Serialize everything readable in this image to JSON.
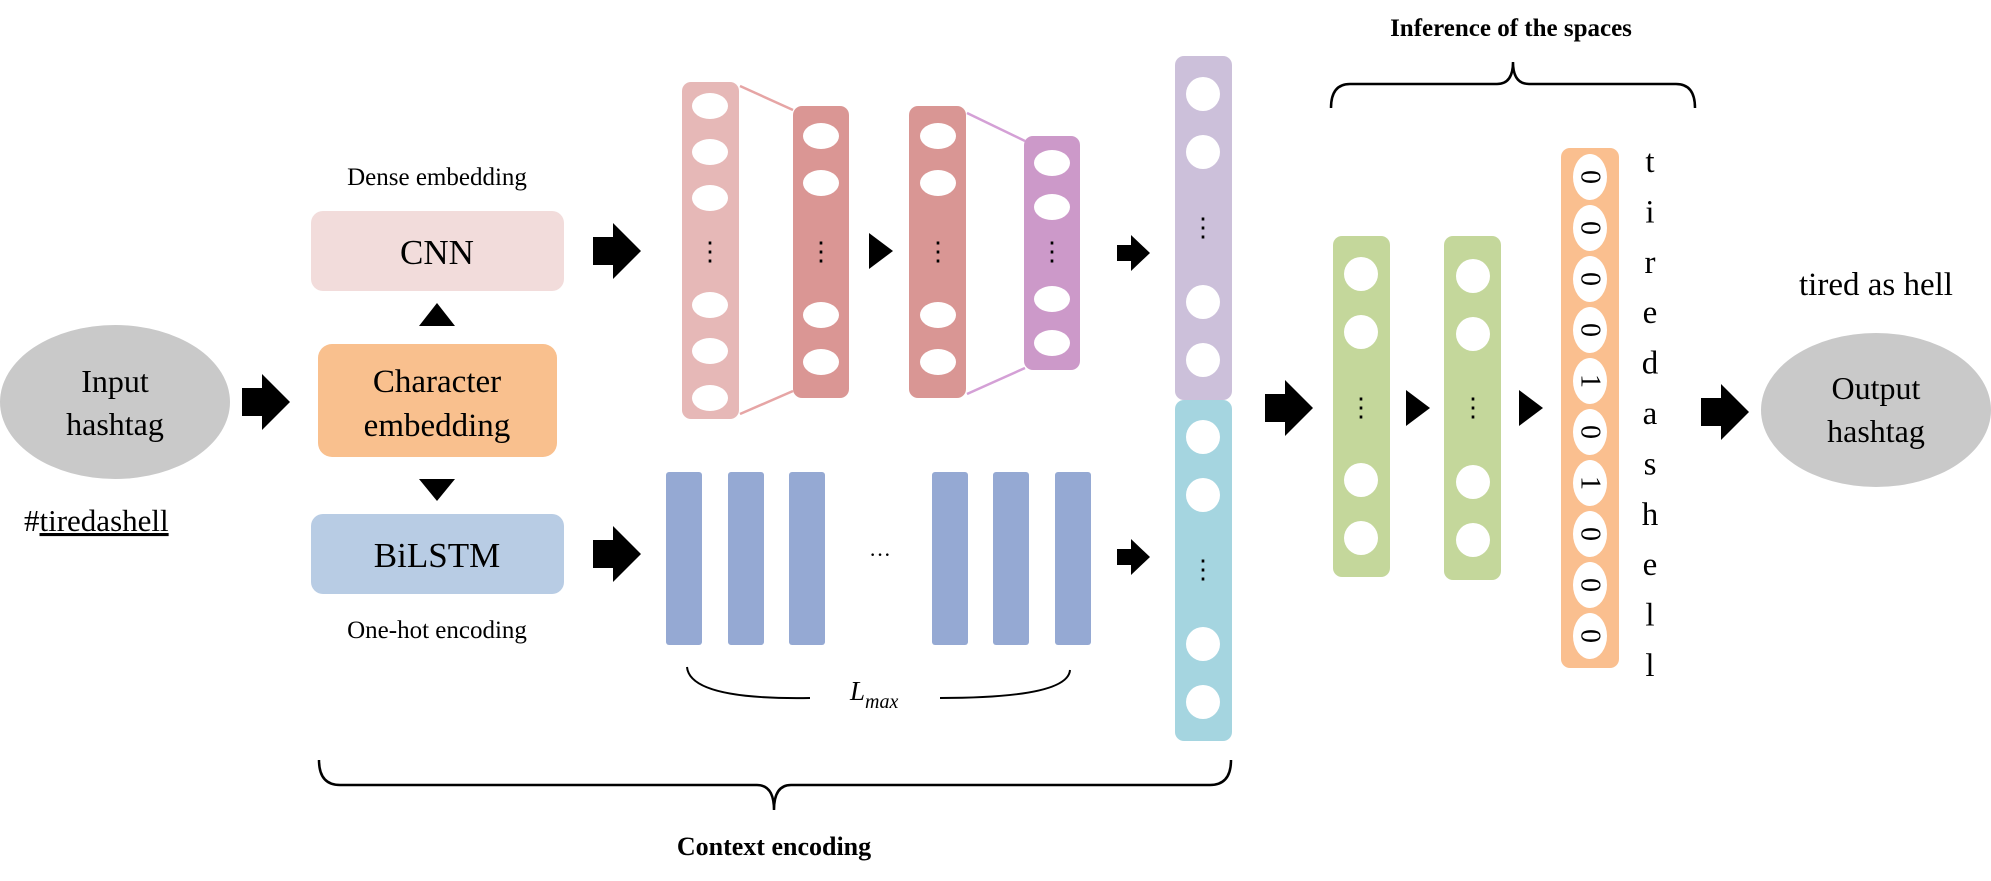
{
  "input": {
    "line1": "Input",
    "line2": "hashtag",
    "hash_prefix": "#",
    "hashtag_text": "tiredashell"
  },
  "boxes": {
    "cnn": "CNN",
    "char_line1": "Character",
    "char_line2": "embedding",
    "bilstm": "BiLSTM"
  },
  "labels": {
    "dense_embedding": "Dense embedding",
    "one_hot_encoding": "One-hot encoding",
    "ellipsis": "···",
    "lmax_main": "L",
    "lmax_sub": "max",
    "vdots": "⋮",
    "context_encoding": "Context encoding",
    "inference": "Inference of the spaces"
  },
  "output": {
    "line1": "Output",
    "line2": "hashtag",
    "result_text": "tired as hell"
  },
  "bits": [
    "0",
    "0",
    "0",
    "0",
    "1",
    "0",
    "1",
    "0",
    "0",
    "0"
  ],
  "letters": [
    "t",
    "i",
    "r",
    "e",
    "d",
    "a",
    "s",
    "h",
    "e",
    "l",
    "l"
  ],
  "colors": {
    "ellipse_gray": "#c9c9c9",
    "cnn_fill": "#f2dcdb",
    "char_fill": "#f9c08e",
    "bilstm_fill": "#b8cce4",
    "cnn_col1": "#e6b8b7",
    "cnn_col2": "#da9694",
    "cnn_col3": "#d99694",
    "cnn_col4": "#cc99c9",
    "context_top": "#ccc0da",
    "context_bottom": "#a5d5e0",
    "lstm_bars": "#95a9d3",
    "green": "#c4d79b",
    "bits_fill": "#fabf8f"
  }
}
